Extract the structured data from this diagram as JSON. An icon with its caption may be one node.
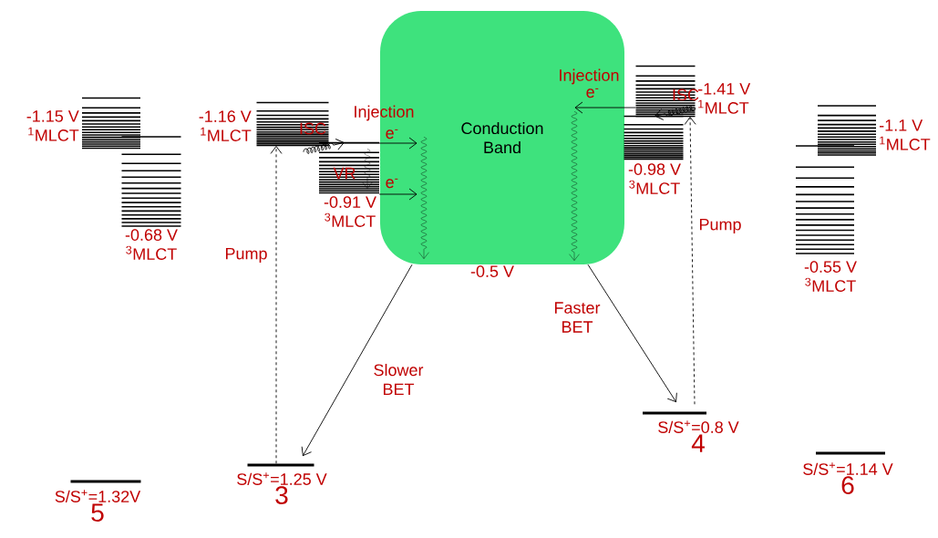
{
  "diagram": {
    "nodes": [
      {
        "text": [
          "Conduction Band"
        ],
        "beside": [
          "-0.5 V"
        ]
      },
      {
        "text": [],
        "shape": "stack",
        "beside": [
          "-1.15 V",
          "$^{1}$MLCT"
        ]
      },
      {
        "text": [],
        "shape": "stack",
        "beside": [
          "-0.68 V",
          "$^{3}$MLCT"
        ]
      },
      {
        "text": [],
        "shape": "stack",
        "beside": [
          "-1.16 V",
          "$^{1}$MLCT"
        ]
      },
      {
        "text": [],
        "shape": "stack",
        "beside": [
          "-0.91 V",
          "$^{3}$MLCT"
        ]
      },
      {
        "text": [],
        "shape": "stack",
        "beside": [
          "-1.41 V",
          "$^{1}$MLCT"
        ]
      },
      {
        "text": [],
        "shape": "stack",
        "beside": [
          "-0.98 V",
          "$^{3}$MLCT"
        ]
      },
      {
        "text": [],
        "shape": "stack",
        "beside": [
          "-1.1 V",
          "$^{1}$MLCT"
        ]
      },
      {
        "text": [],
        "shape": "stack",
        "beside": [
          "-0.55 V",
          "$^{3}$MLCT"
        ]
      },
      {
        "text": [],
        "shape": "bar",
        "beside": [
          "S/S$^{+}$=1.32V",
          "5"
        ]
      },
      {
        "text": [],
        "shape": "bar",
        "beside": [
          "S/S$^{+}$=1.25 V",
          "3"
        ]
      },
      {
        "text": [],
        "shape": "bar",
        "beside": [
          "S/S$^{+}$=0.8 V",
          "4"
        ]
      },
      {
        "text": [],
        "shape": "bar",
        "beside": [
          "S/S$^{+}$=1.14 V",
          "6"
        ]
      }
    ],
    "edges": [
      {
        "from": 10,
        "to": 3,
        "arrow": "to",
        "style": "dashed",
        "label": "Pump"
      },
      {
        "from": 3,
        "to": 0,
        "arrow": "to",
        "label": "e$^{-}$"
      },
      {
        "from": 3,
        "to": 4,
        "arrow": "to",
        "label": "ISC"
      },
      {
        "from": 4,
        "to": 0,
        "arrow": "to",
        "label": "e$^{-}$"
      },
      {
        "from": 0,
        "to": 10,
        "arrow": "to",
        "label": "Slower BET"
      },
      {
        "from": 0,
        "to": 11,
        "arrow": "to",
        "label": "Faster BET"
      },
      {
        "from": 11,
        "to": 5,
        "arrow": "to",
        "style": "dashed",
        "label": "Pump"
      },
      {
        "from": 5,
        "to": 0,
        "arrow": "to",
        "label": "e$^{-}$"
      },
      {
        "from": 5,
        "to": 6,
        "arrow": "to",
        "label": "ISC"
      }
    ],
    "labels": [
      "Injection",
      "Injection",
      "VR"
    ]
  }
}
